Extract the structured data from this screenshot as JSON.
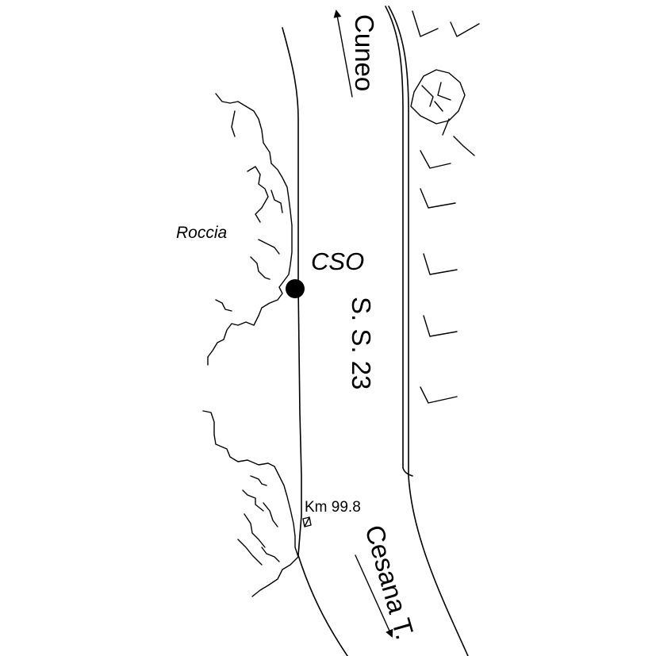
{
  "labels": {
    "cuneo": "Cuneo",
    "cesana": "Cesana T.",
    "road": "S. S. 23",
    "station": "CSO",
    "rock": "Roccia",
    "km": "Km 99.8"
  },
  "colors": {
    "ink": "#000000",
    "background": "#ffffff"
  },
  "icons": {
    "station": "filled-circle-station-icon",
    "direction": "arrow-icon",
    "vegetation": "grass-tick-icon",
    "boulder": "boulder-icon",
    "km_marker": "milestone-icon"
  }
}
